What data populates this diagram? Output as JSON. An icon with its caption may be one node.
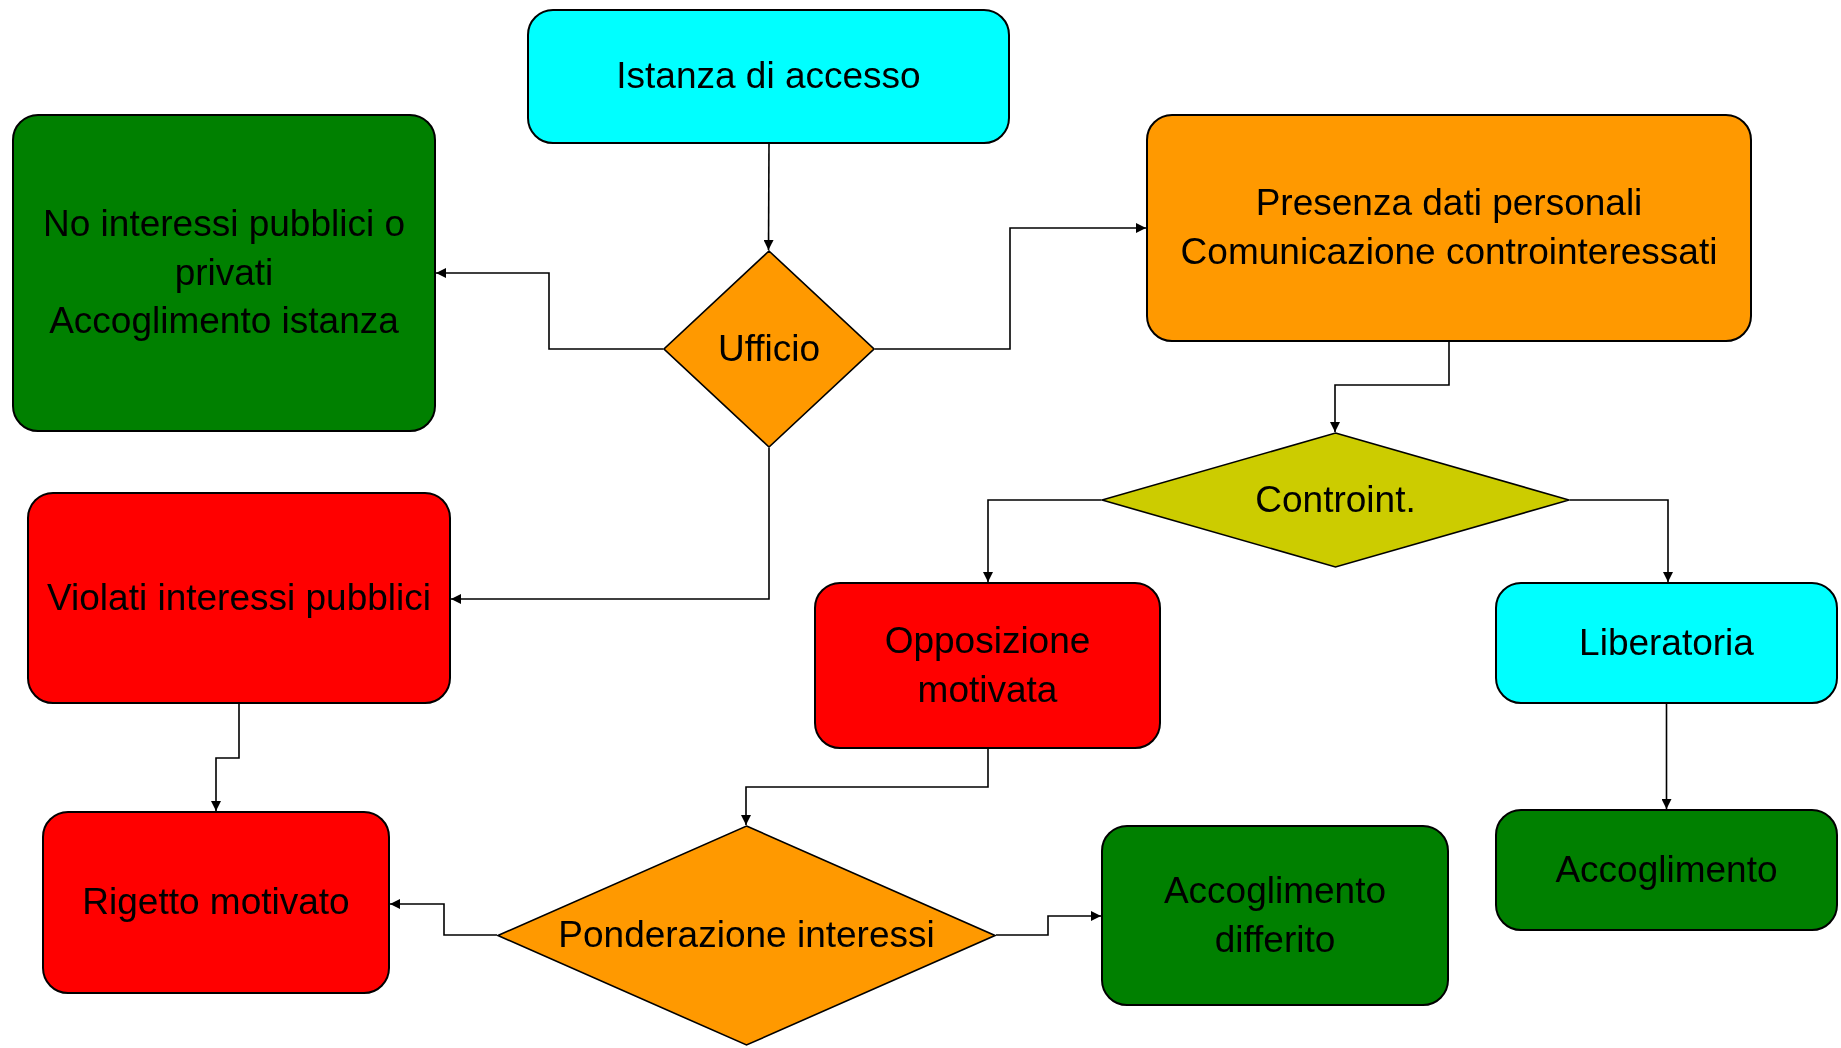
{
  "diagram": {
    "nodes": [
      {
        "text": [
          "Istanza di accesso"
        ]
      },
      {
        "text": [
          "Ufficio"
        ]
      },
      {
        "text": [
          "No interessi pubblici o privati",
          "Accoglimento istanza"
        ]
      },
      {
        "text": [
          "Presenza dati personali",
          "Comunicazione controinteressati"
        ]
      },
      {
        "text": [
          "Controint."
        ]
      },
      {
        "text": [
          "Violati interessi pubblici"
        ]
      },
      {
        "text": [
          "Opposizione motivata"
        ]
      },
      {
        "text": [
          "Liberatoria"
        ]
      },
      {
        "text": [
          "Rigetto motivato"
        ]
      },
      {
        "text": [
          "Ponderazione interessi"
        ]
      },
      {
        "text": [
          "Accoglimento differito"
        ]
      },
      {
        "text": [
          "Accoglimento"
        ]
      }
    ],
    "edges": [
      {
        "from": 0,
        "to": 1,
        "arrow": "to"
      },
      {
        "from": 1,
        "to": 2,
        "arrow": "to"
      },
      {
        "from": 1,
        "to": 3,
        "arrow": "to"
      },
      {
        "from": 1,
        "to": 5,
        "arrow": "to"
      },
      {
        "from": 3,
        "to": 4,
        "arrow": "to"
      },
      {
        "from": 4,
        "to": 6,
        "arrow": "to"
      },
      {
        "from": 4,
        "to": 7,
        "arrow": "to"
      },
      {
        "from": 5,
        "to": 8,
        "arrow": "to"
      },
      {
        "from": 6,
        "to": 9,
        "arrow": "to"
      },
      {
        "from": 9,
        "to": 8,
        "arrow": "to"
      },
      {
        "from": 9,
        "to": 10,
        "arrow": "to"
      },
      {
        "from": 7,
        "to": 11,
        "arrow": "to"
      }
    ]
  }
}
